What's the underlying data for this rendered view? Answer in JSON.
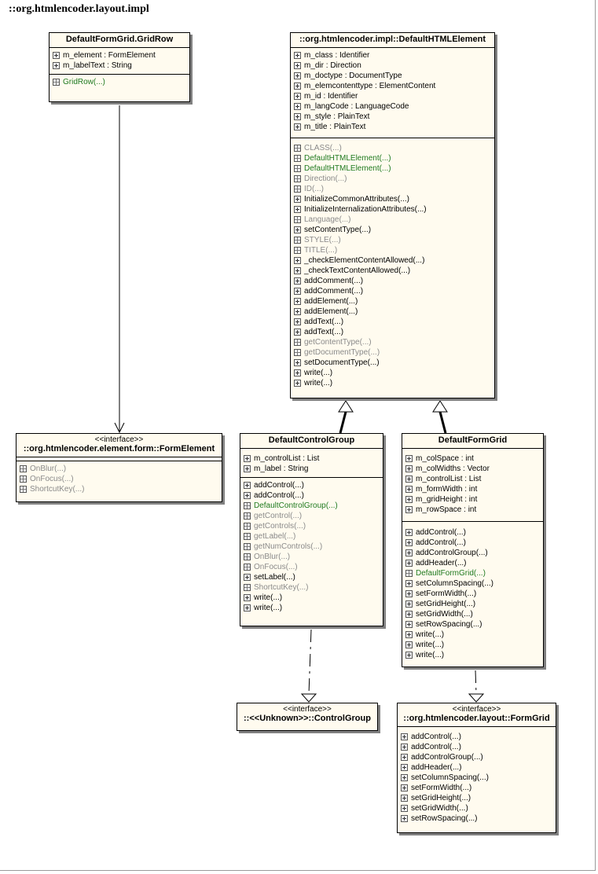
{
  "package_title": "::org.htmlencoder.layout.impl",
  "classes": {
    "gridrow": {
      "name": "DefaultFormGrid.GridRow",
      "attributes": [
        "m_element : FormElement",
        "m_labelText : String"
      ],
      "operations": [
        {
          "text": "GridRow(...)",
          "style": "green"
        }
      ]
    },
    "htmlelement": {
      "name": "::org.htmlencoder.impl::DefaultHTMLElement",
      "attributes": [
        "m_class : Identifier",
        "m_dir : Direction",
        "m_doctype : DocumentType",
        "m_elemcontenttype : ElementContent",
        "m_id : Identifier",
        "m_langCode : LanguageCode",
        "m_style : PlainText",
        "m_title : PlainText"
      ],
      "operations": [
        {
          "text": "CLASS(...)",
          "style": "grey"
        },
        {
          "text": "DefaultHTMLElement(...)",
          "style": "green"
        },
        {
          "text": "DefaultHTMLElement(...)",
          "style": "green"
        },
        {
          "text": "Direction(...)",
          "style": "grey"
        },
        {
          "text": "ID(...)",
          "style": "grey"
        },
        {
          "text": "InitializeCommonAttributes(...)",
          "style": "normal"
        },
        {
          "text": "InitializeInternalizationAttributes(...)",
          "style": "normal"
        },
        {
          "text": "Language(...)",
          "style": "grey"
        },
        {
          "text": "setContentType(...)",
          "style": "normal"
        },
        {
          "text": "STYLE(...)",
          "style": "grey"
        },
        {
          "text": "TITLE(...)",
          "style": "grey"
        },
        {
          "text": "_checkElementContentAllowed(...)",
          "style": "normal"
        },
        {
          "text": "_checkTextContentAllowed(...)",
          "style": "normal"
        },
        {
          "text": "addComment(...)",
          "style": "normal"
        },
        {
          "text": "addComment(...)",
          "style": "normal"
        },
        {
          "text": "addElement(...)",
          "style": "normal"
        },
        {
          "text": "addElement(...)",
          "style": "normal"
        },
        {
          "text": "addText(...)",
          "style": "normal"
        },
        {
          "text": "addText(...)",
          "style": "normal"
        },
        {
          "text": "getContentType(...)",
          "style": "grey"
        },
        {
          "text": "getDocumentType(...)",
          "style": "grey"
        },
        {
          "text": "setDocumentType(...)",
          "style": "normal"
        },
        {
          "text": "write(...)",
          "style": "normal"
        },
        {
          "text": "write(...)",
          "style": "normal"
        }
      ]
    },
    "formelement": {
      "stereotype": "<<interface>>",
      "name": "::org.htmlencoder.element.form::FormElement",
      "operations": [
        {
          "text": "OnBlur(...)",
          "style": "grey"
        },
        {
          "text": "OnFocus(...)",
          "style": "grey"
        },
        {
          "text": "ShortcutKey(...)",
          "style": "grey"
        }
      ]
    },
    "controlgroup": {
      "name": "DefaultControlGroup",
      "attributes": [
        "m_controlList : List",
        "m_label : String"
      ],
      "operations": [
        {
          "text": "addControl(...)",
          "style": "normal"
        },
        {
          "text": "addControl(...)",
          "style": "normal"
        },
        {
          "text": "DefaultControlGroup(...)",
          "style": "green"
        },
        {
          "text": "getControl(...)",
          "style": "grey"
        },
        {
          "text": "getControls(...)",
          "style": "grey"
        },
        {
          "text": "getLabel(...)",
          "style": "grey"
        },
        {
          "text": "getNumControls(...)",
          "style": "grey"
        },
        {
          "text": "OnBlur(...)",
          "style": "grey"
        },
        {
          "text": "OnFocus(...)",
          "style": "grey"
        },
        {
          "text": "setLabel(...)",
          "style": "normal"
        },
        {
          "text": "ShortcutKey(...)",
          "style": "grey"
        },
        {
          "text": "write(...)",
          "style": "normal"
        },
        {
          "text": "write(...)",
          "style": "normal"
        }
      ]
    },
    "formgrid": {
      "name": "DefaultFormGrid",
      "attributes": [
        "m_colSpace : int",
        "m_colWidths : Vector",
        "m_controlList : List",
        "m_formWidth : int",
        "m_gridHeight : int",
        "m_rowSpace : int"
      ],
      "operations": [
        {
          "text": "addControl(...)",
          "style": "normal"
        },
        {
          "text": "addControl(...)",
          "style": "normal"
        },
        {
          "text": "addControlGroup(...)",
          "style": "normal"
        },
        {
          "text": "addHeader(...)",
          "style": "normal"
        },
        {
          "text": "DefaultFormGrid(...)",
          "style": "green"
        },
        {
          "text": "setColumnSpacing(...)",
          "style": "normal"
        },
        {
          "text": "setFormWidth(...)",
          "style": "normal"
        },
        {
          "text": "setGridHeight(...)",
          "style": "normal"
        },
        {
          "text": "setGridWidth(...)",
          "style": "normal"
        },
        {
          "text": "setRowSpacing(...)",
          "style": "normal"
        },
        {
          "text": "write(...)",
          "style": "normal"
        },
        {
          "text": "write(...)",
          "style": "normal"
        },
        {
          "text": "write(...)",
          "style": "normal"
        }
      ]
    },
    "unknown_controlgroup": {
      "stereotype": "<<interface>>",
      "name": "::<<Unknown>>::ControlGroup"
    },
    "layout_formgrid": {
      "stereotype": "<<interface>>",
      "name": "::org.htmlencoder.layout::FormGrid",
      "operations": [
        {
          "text": "addControl(...)",
          "style": "normal"
        },
        {
          "text": "addControl(...)",
          "style": "normal"
        },
        {
          "text": "addControlGroup(...)",
          "style": "normal"
        },
        {
          "text": "addHeader(...)",
          "style": "normal"
        },
        {
          "text": "setColumnSpacing(...)",
          "style": "normal"
        },
        {
          "text": "setFormWidth(...)",
          "style": "normal"
        },
        {
          "text": "setGridHeight(...)",
          "style": "normal"
        },
        {
          "text": "setGridWidth(...)",
          "style": "normal"
        },
        {
          "text": "setRowSpacing(...)",
          "style": "normal"
        }
      ]
    }
  }
}
